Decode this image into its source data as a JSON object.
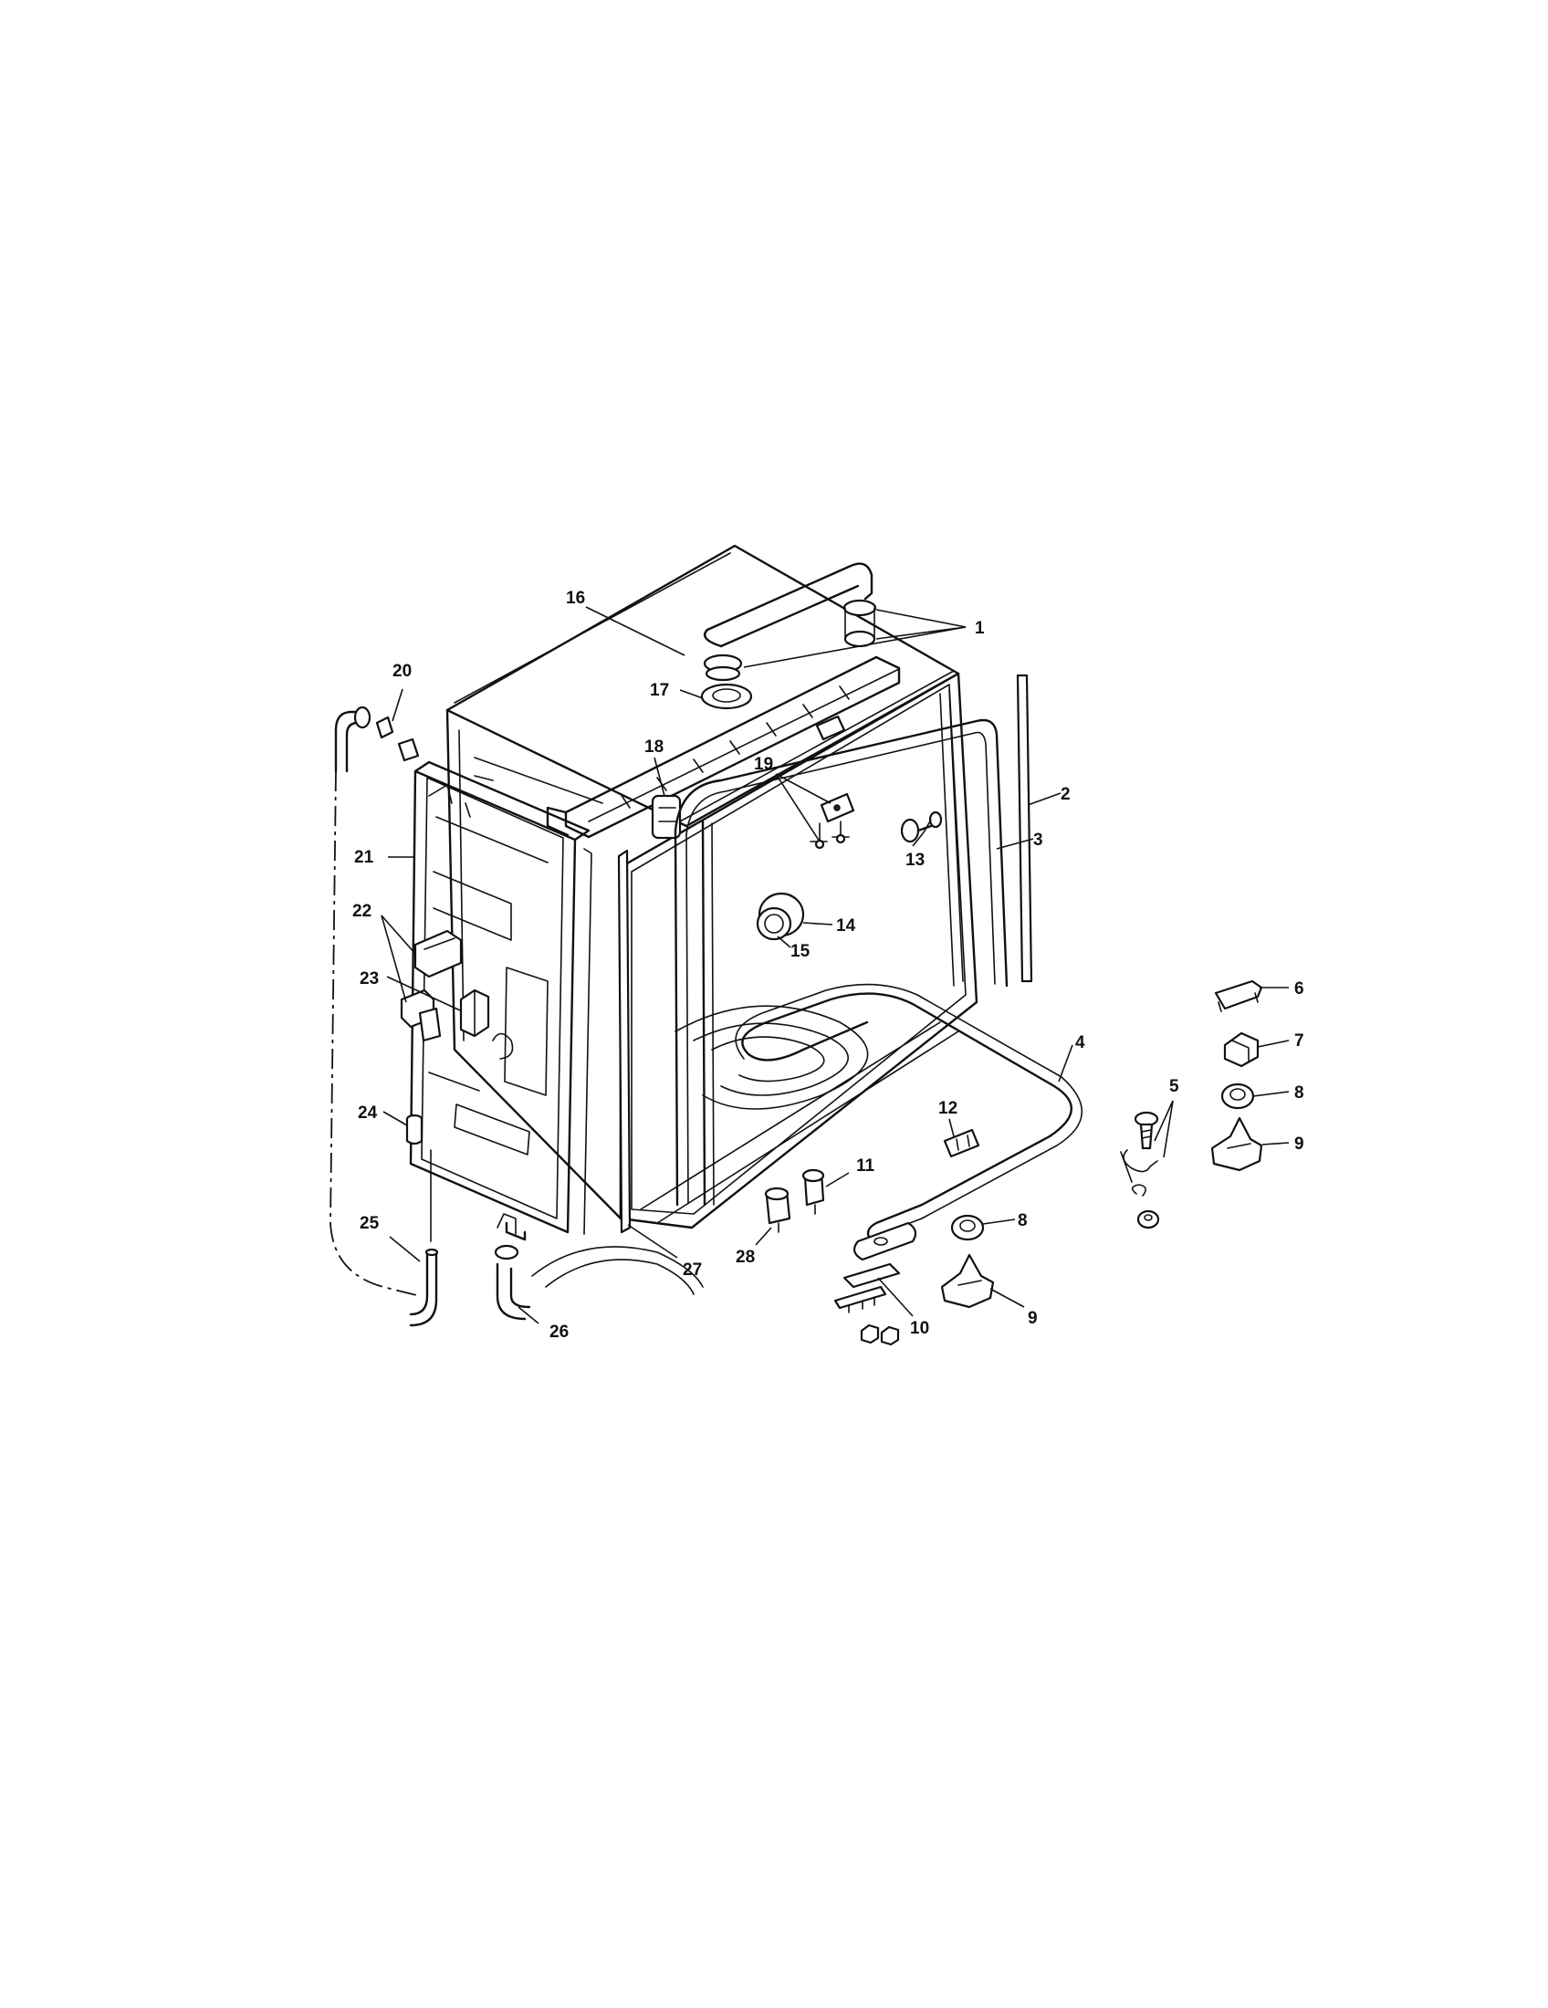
{
  "callouts": {
    "c1": "1",
    "c2": "2",
    "c3": "3",
    "c4": "4",
    "c5": "5",
    "c6": "6",
    "c7": "7",
    "c8a": "8",
    "c8b": "8",
    "c9a": "9",
    "c9b": "9",
    "c10": "10",
    "c11": "11",
    "c12": "12",
    "c13": "13",
    "c14": "14",
    "c15": "15",
    "c16": "16",
    "c17": "17",
    "c18": "18",
    "c19": "19",
    "c20": "20",
    "c21": "21",
    "c22": "22",
    "c23": "23",
    "c24": "24",
    "c25": "25",
    "c26": "26",
    "c27": "27",
    "c28": "28"
  }
}
